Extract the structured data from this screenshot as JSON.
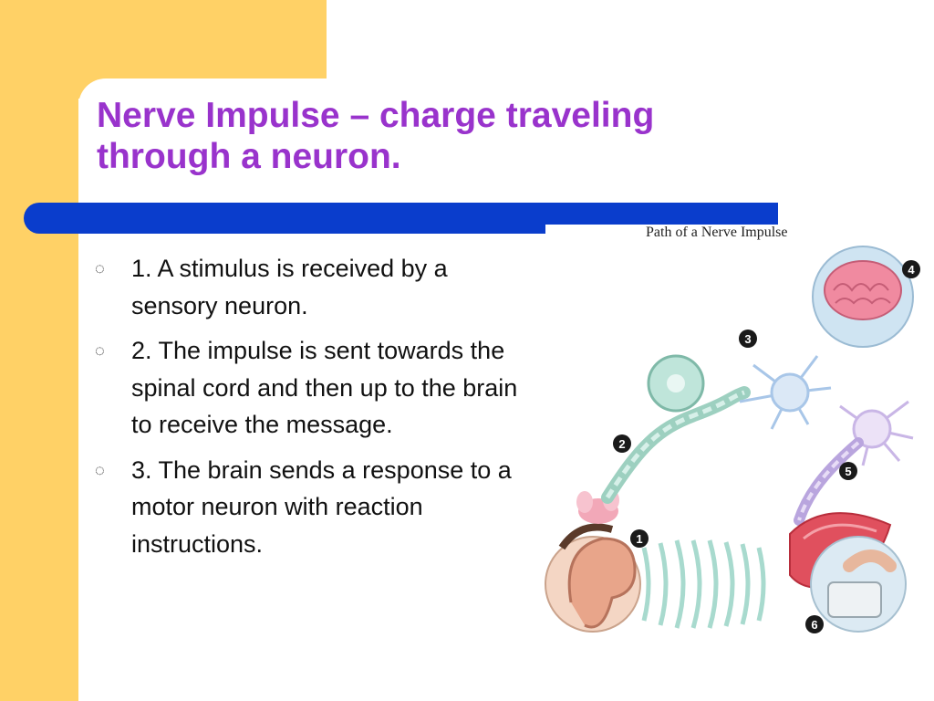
{
  "colors": {
    "accent_yellow": "#FFD166",
    "title_purple": "#9933CC",
    "bar_blue": "#0A3DCC"
  },
  "slide": {
    "title": "Nerve Impulse – charge traveling through a neuron.",
    "bullet_icon": "circle-bullet-icon",
    "bullets": [
      "1. A stimulus is received by a sensory neuron.",
      "2. The impulse is sent towards the spinal cord and then up to the brain to receive the message.",
      "3. The brain sends a response to a motor neuron with reaction instructions."
    ]
  },
  "diagram": {
    "title": "Path of a Nerve Impulse",
    "steps": [
      "1",
      "2",
      "3",
      "4",
      "5",
      "6"
    ]
  }
}
